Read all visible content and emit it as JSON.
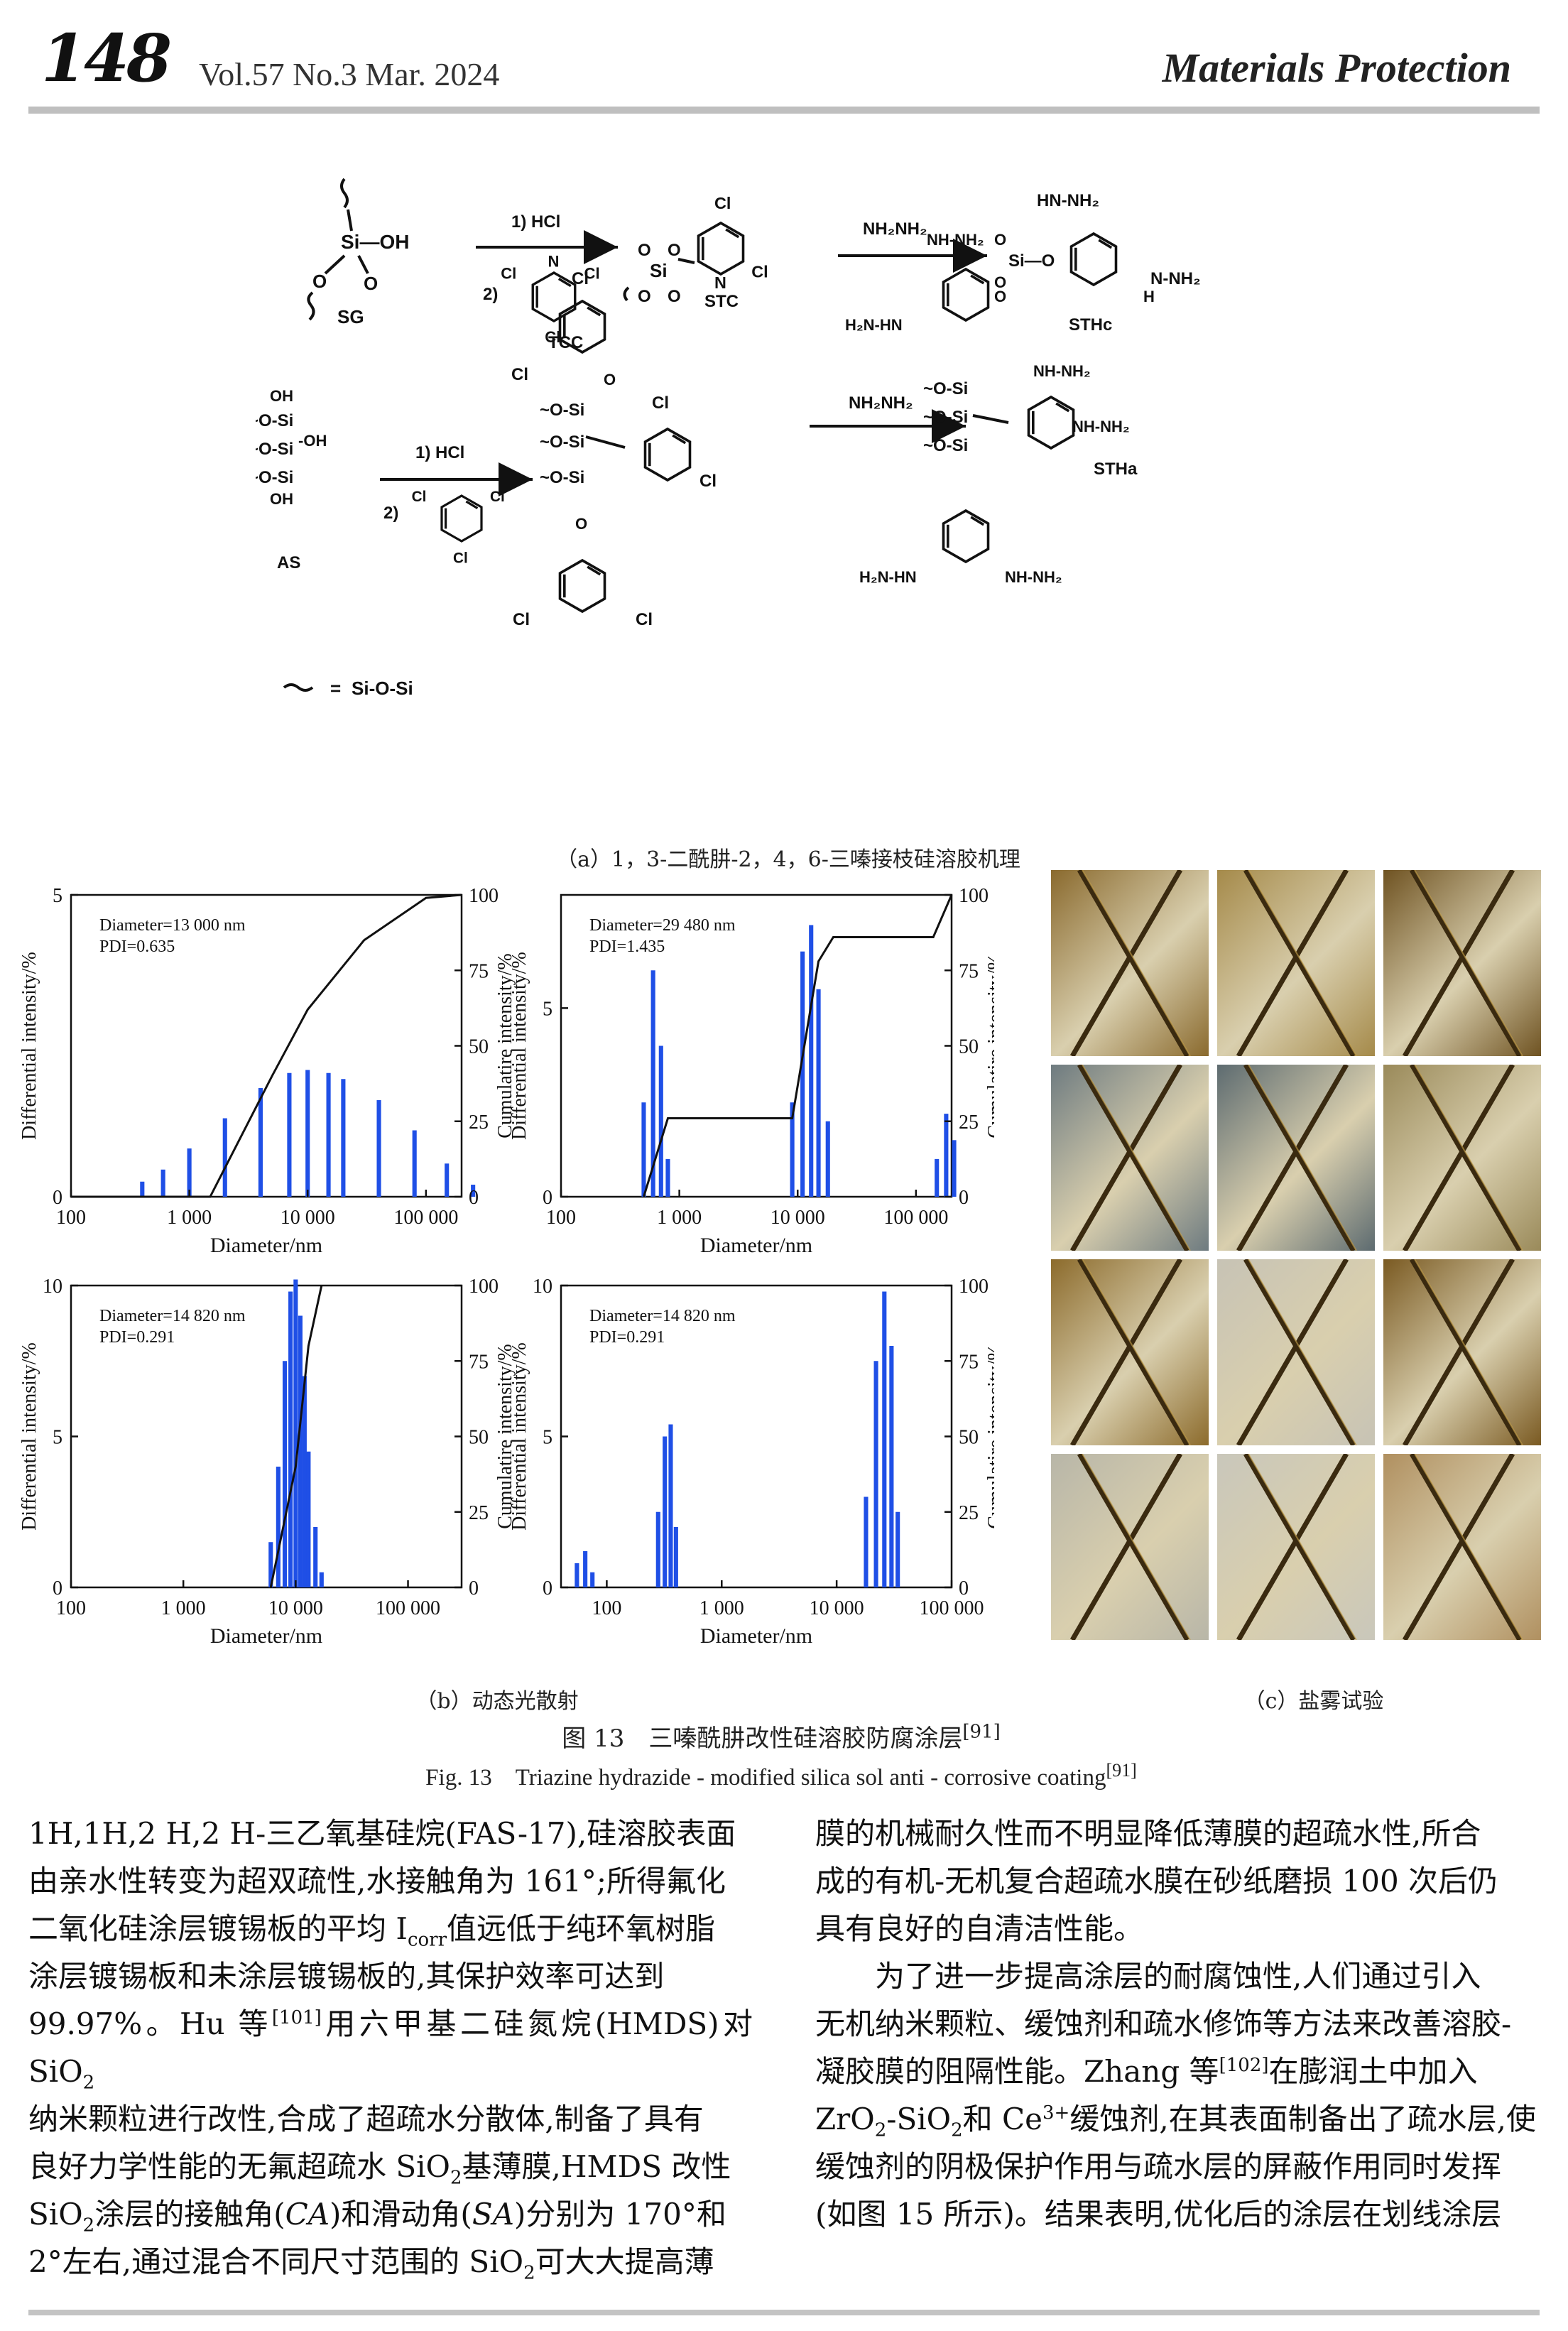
{
  "header": {
    "page_number": "148",
    "issue": "Vol.57 No.3 Mar. 2024",
    "journal": "Materials Protection"
  },
  "scheme": {
    "row1": {
      "sg_label": "SG",
      "si_oh": "Si—OH",
      "step1": "1) HCl",
      "step2": "2)",
      "tcc_label": "TCC",
      "stc_label": "STC",
      "reagent": "NH₂NH₂",
      "sthc_label": "STHc"
    },
    "row2": {
      "as_label": "AS",
      "step1": "1) HCl",
      "step2": "2)",
      "reagent": "NH₂NH₂",
      "stha_label": "STHa",
      "nh_nh2": "NH-NH₂",
      "h2n_hn": "H₂N-HN"
    },
    "legend_eq": "=",
    "legend_formula": "Si-O-Si",
    "caption_a": "（a）1，3-二酰肼-2，4，6-三嗪接枝硅溶胶机理"
  },
  "dls": {
    "caption_b": "（b）动态光散射",
    "ylabel_left": "Differential intensity/%",
    "ylabel_right": "Cumulatire intensity/%",
    "xlabel": "Diameter/nm",
    "panels": [
      {
        "diameter": "Diameter=13 000 nm",
        "pdi": "PDI=0.635",
        "xticks": [
          "100",
          "1 000",
          "10 000",
          "100 000"
        ],
        "yticks": [
          "0",
          "5"
        ],
        "rticks": [
          "0",
          "25",
          "50",
          "75",
          "100"
        ]
      },
      {
        "diameter": "Diameter=29 480 nm",
        "pdi": "PDI=1.435",
        "xticks": [
          "100",
          "1 000",
          "10 000",
          "100 000"
        ],
        "yticks": [
          "0",
          "5"
        ],
        "rticks": [
          "0",
          "25",
          "50",
          "75",
          "100"
        ]
      },
      {
        "diameter": "Diameter=14 820 nm",
        "pdi": "PDI=0.291",
        "xticks": [
          "100",
          "1 000",
          "10 000",
          "100 000"
        ],
        "yticks": [
          "0",
          "5",
          "10"
        ],
        "rticks": [
          "0",
          "25",
          "50",
          "75",
          "100"
        ]
      },
      {
        "diameter": "Diameter=14 820 nm",
        "pdi": "PDI=0.291",
        "xticks": [
          "100",
          "1 000",
          "10 000",
          "100 000"
        ],
        "yticks": [
          "0",
          "5",
          "10"
        ],
        "rticks": [
          "0",
          "25",
          "50",
          "75",
          "100"
        ]
      }
    ]
  },
  "chart_data": [
    {
      "type": "bar",
      "xlabel": "Diameter/nm",
      "ylabel": "Differential intensity/%",
      "xscale": "log",
      "xlim": [
        100,
        200000
      ],
      "ylim": [
        0,
        5
      ],
      "y2label": "Cumulatire intensity/%",
      "y2lim": [
        0,
        100
      ],
      "x": [
        400,
        600,
        1000,
        2000,
        4000,
        7000,
        10000,
        15000,
        20000,
        40000,
        80000,
        150000,
        250000
      ],
      "values": [
        0.25,
        0.45,
        0.8,
        1.3,
        1.8,
        2.05,
        2.1,
        2.05,
        1.95,
        1.6,
        1.1,
        0.55,
        0.2
      ],
      "cumulative_x": [
        100,
        1500,
        5000,
        10000,
        30000,
        100000,
        200000
      ],
      "cumulative": [
        0,
        0,
        40,
        62,
        85,
        99,
        100
      ]
    },
    {
      "type": "bar",
      "xlabel": "Diameter/nm",
      "ylabel": "Differential intensity/%",
      "xscale": "log",
      "xlim": [
        100,
        200000
      ],
      "ylim": [
        0,
        8
      ],
      "y2label": "Cumulatire intensity/%",
      "y2lim": [
        0,
        100
      ],
      "x": [
        500,
        600,
        700,
        800,
        9000,
        11000,
        13000,
        15000,
        18000,
        150000,
        180000,
        210000
      ],
      "values": [
        2.5,
        6.0,
        4.0,
        1.0,
        2.5,
        6.5,
        7.2,
        5.5,
        2.0,
        1.0,
        2.2,
        1.5
      ],
      "cumulative_x": [
        500,
        800,
        9000,
        15000,
        20000,
        140000,
        200000
      ],
      "cumulative": [
        0,
        26,
        26,
        78,
        86,
        86,
        100
      ]
    },
    {
      "type": "bar",
      "xlabel": "Diameter/nm",
      "ylabel": "Differential intensity/%",
      "xscale": "log",
      "xlim": [
        100,
        300000
      ],
      "ylim": [
        0,
        10
      ],
      "y2label": "Cumulatire intensity/%",
      "y2lim": [
        0,
        100
      ],
      "x": [
        6000,
        7000,
        8000,
        9000,
        10000,
        11000,
        12000,
        13000,
        15000,
        17000
      ],
      "values": [
        1.5,
        4.0,
        7.5,
        9.8,
        10.2,
        9.0,
        7.0,
        4.5,
        2.0,
        0.5
      ],
      "cumulative_x": [
        6000,
        10000,
        13000,
        17000
      ],
      "cumulative": [
        0,
        40,
        80,
        100
      ]
    },
    {
      "type": "bar",
      "xlabel": "Diameter/nm",
      "ylabel": "Differential intensity/%",
      "xscale": "log",
      "xlim": [
        40,
        100000
      ],
      "ylim": [
        0,
        10
      ],
      "x": [
        55,
        65,
        75,
        280,
        320,
        360,
        400,
        18000,
        22000,
        26000,
        30000,
        34000
      ],
      "values": [
        0.8,
        1.2,
        0.5,
        2.5,
        5.0,
        5.4,
        2.0,
        3.0,
        7.5,
        9.8,
        8.0,
        2.5
      ]
    }
  ],
  "salt_spray": {
    "caption_c": "（c）盐雾试验",
    "grid_rows": 4,
    "grid_cols": 3
  },
  "figure": {
    "title_cn": "图 13　三嗪酰肼改性硅溶胶防腐涂层",
    "ref_cn": "[91]",
    "title_en": "Fig. 13　Triazine hydrazide - modified silica sol anti - corrosive coating",
    "ref_en": "[91]"
  },
  "text": {
    "left_col": [
      "1H,1H,2 H,2 H-三乙氧基硅烷(FAS-17),硅溶胶表面",
      "由亲水性转变为超双疏性,水接触角为 161°;所得氟化",
      "二氧化硅涂层镀锡板的平均 I",
      "corr",
      "值远低于纯环氧树脂",
      "涂层镀锡板和未涂层镀锡板的,其保护效率可达到",
      "99.97%。Hu 等",
      "[101]",
      "用六甲基二硅氮烷(HMDS)对 SiO",
      "2",
      "纳米颗粒进行改性,合成了超疏水分散体,制备了具有",
      "良好力学性能的无氟超疏水 SiO",
      "2",
      "基薄膜,HMDS 改性",
      "SiO",
      "2",
      "涂层的接触角(",
      "CA",
      ")和滑动角(",
      "SA",
      ")分别为 170°和",
      "2°左右,通过混合不同尺寸范围的 SiO",
      "2",
      "可大大提高薄"
    ],
    "right_col": [
      "膜的机械耐久性而不明显降低薄膜的超疏水性,所合",
      "成的有机-无机复合超疏水膜在砂纸磨损 100 次后仍",
      "具有良好的自清洁性能。",
      "为了进一步提高涂层的耐腐蚀性,人们通过引入",
      "无机纳米颗粒、缓蚀剂和疏水修饰等方法来改善溶胶-",
      "凝胶膜的阻隔性能。Zhang 等",
      "[102]",
      "在膨润土中加入",
      "ZrO",
      "2",
      "-SiO",
      "2",
      "和 Ce",
      "3+",
      "缓蚀剂,在其表面制备出了疏水层,使",
      "缓蚀剂的阴极保护作用与疏水层的屏蔽作用同时发挥",
      "(如图 15 所示)。结果表明,优化后的涂层在划线涂层"
    ]
  }
}
